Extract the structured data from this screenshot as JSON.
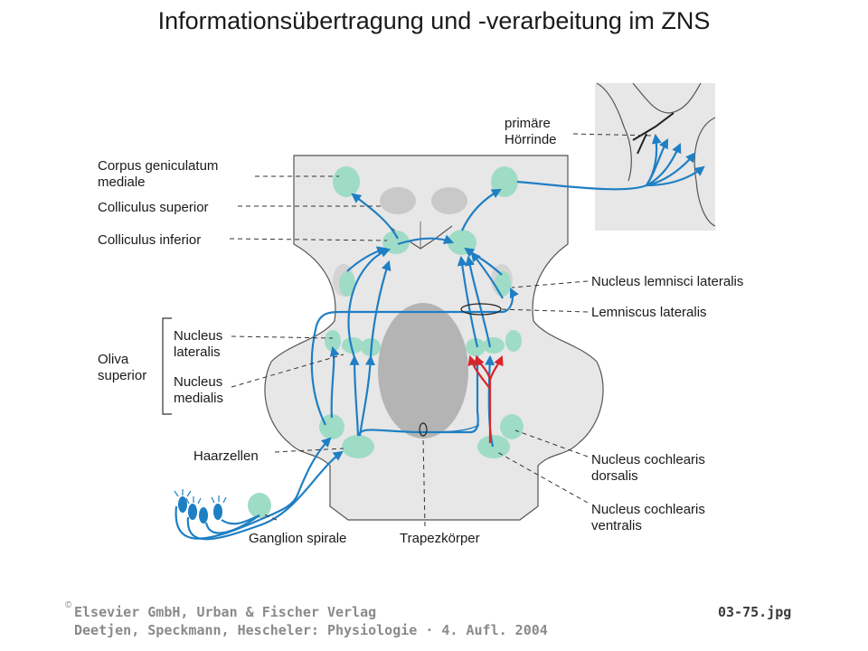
{
  "title": "Informationsübertragung und -verarbeitung im ZNS",
  "labels": {
    "cortex": [
      "primäre",
      "Hörrinde"
    ],
    "cgm": [
      "Corpus geniculatum",
      "mediale"
    ],
    "colliculus_superior": "Colliculus superior",
    "colliculus_inferior": "Colliculus inferior",
    "nucleus_lemnisci": "Nucleus lemnisci lateralis",
    "lemniscus": "Lemniscus lateralis",
    "oliva": [
      "Oliva",
      "superior"
    ],
    "nucleus_lateralis": [
      "Nucleus",
      "lateralis"
    ],
    "nucleus_medialis": [
      "Nucleus",
      "medialis"
    ],
    "haarzellen": "Haarzellen",
    "ganglion": "Ganglion spirale",
    "trapez": "Trapezkörper",
    "ncd": [
      "Nucleus cochlearis",
      "dorsalis"
    ],
    "ncv": [
      "Nucleus cochlearis",
      "ventralis"
    ]
  },
  "footer": {
    "copyright_symbol": "©",
    "publisher": "Elsevier GmbH, Urban & Fischer Verlag",
    "book": "Deetjen, Speckmann, Hescheler: Physiologie · 4. Aufl. 2004",
    "file": "03-75.jpg"
  },
  "colors": {
    "pathway": "#1f7fc4",
    "pathway_red": "#d9262b",
    "nucleus": "#9fdcc6",
    "tissue": "#e7e7e7",
    "tissue_dark": "#b4b4b4"
  }
}
